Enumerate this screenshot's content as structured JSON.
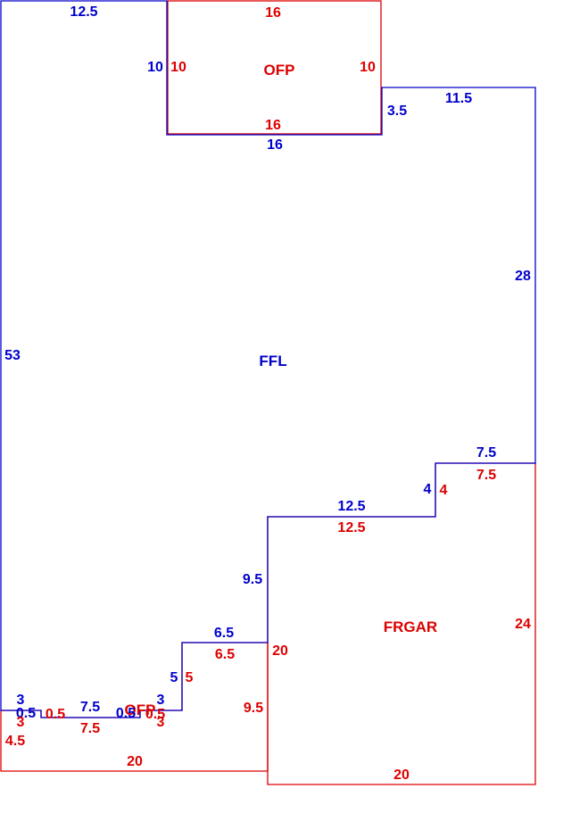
{
  "colors": {
    "living": "#0000cc",
    "garage": "#dd0000"
  },
  "areas": {
    "living": "FFL",
    "porch_top": "OFP",
    "garage": "FRGAR",
    "porch_bottom": "OFP"
  },
  "living_dims": {
    "top_left": "12.5",
    "porch_side": "10",
    "porch_bottom": "16",
    "step_up": "3.5",
    "top_right": "11.5",
    "right_side": "28",
    "left_side": "53",
    "step_right_top": "7.5",
    "step_right_side": "4",
    "mid_top": "12.5",
    "mid_side": "9.5",
    "low_top": "6.5",
    "low_side": "5",
    "bottom_small_3": "3",
    "bottom_small_half": "0.5",
    "bottom_run": "7.5",
    "bottom_3b": "3",
    "bottom_half_b": "0.5"
  },
  "porch_top_dims": {
    "top": "16",
    "left": "10",
    "right": "10",
    "bottom": "16"
  },
  "garage_dims": {
    "top": "7.5",
    "right_step": "4",
    "mid": "12.5",
    "right": "24",
    "left": "20",
    "bottom": "20",
    "low": "6.5",
    "low_side": "5"
  },
  "porch_bottom_dims": {
    "half_a": "0.5",
    "three_a": "3",
    "left": "4.5",
    "run": "7.5",
    "half_b": "0.5",
    "three_b": "3",
    "right": "9.5",
    "bottom": "20"
  }
}
